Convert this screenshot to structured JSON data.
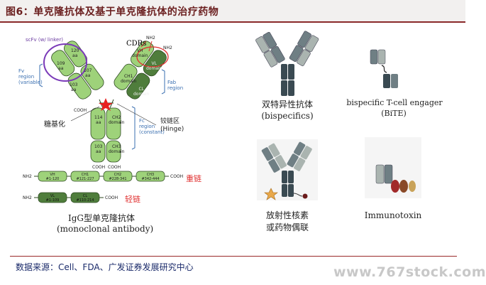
{
  "title": "图6：单克隆抗体及基于单克隆抗体的治疗药物",
  "igg": {
    "scfv_label": "scFv (w/ linker)",
    "cdrs_label": "CDRs",
    "fv_region": "Fv\nregion\n(variable)",
    "fab_region": "Fab\nregion",
    "fc_region": "Fc\nregion\n(constant)",
    "glyco_label": "糖基化",
    "hinge_label": "铰链区\n(Hinge)",
    "domains": {
      "d120": "120\naa",
      "d109": "109\naa",
      "d107": "107\naa",
      "d103a": "103\naa",
      "vh": "VH\ndomain",
      "vl": "VL\ndomain",
      "ch1": "CH1\ndomain",
      "cl": "CL\ndomain",
      "d114": "114\naa",
      "ch2": "CH2\ndomain",
      "d103b": "103\naa",
      "ch3": "CH3\ndomain"
    },
    "cooh": "COOH",
    "nh2": "NH2",
    "heavy_chain": {
      "segments": [
        "VH\n#1-120",
        "CH1\n#121-227",
        "CH2\n#228-341",
        "CH3\n#342-444"
      ],
      "label": "重链"
    },
    "light_chain": {
      "segments": [
        "VL\n#1-109",
        "CL\n#110-214"
      ],
      "label": "轻链"
    },
    "caption_cn": "IgG型单克隆抗体",
    "caption_en": "(monoclonal antibody)"
  },
  "bispecifics": {
    "caption_cn": "双特异性抗体",
    "caption_en": "(bispecifics)"
  },
  "bite": {
    "caption_en": "bispecific T-cell engager",
    "caption_abbr": "(BiTE)"
  },
  "radioimmuno": {
    "caption_line1": "放射性核素",
    "caption_line2": "或药物偶联"
  },
  "immunotoxin": {
    "caption": "Immunotoxin"
  },
  "source": "数据来源：Cell、FDA、广发证券发展研究中心",
  "watermark": "www.767stock.com",
  "colors": {
    "light_green": "#9ed27a",
    "dark_green": "#4f7d3c",
    "antibody_gray": "#6f7f84",
    "antibody_dark": "#3a4a52",
    "antibody_light": "#aab4b0",
    "title_red": "#8a2a2a"
  }
}
